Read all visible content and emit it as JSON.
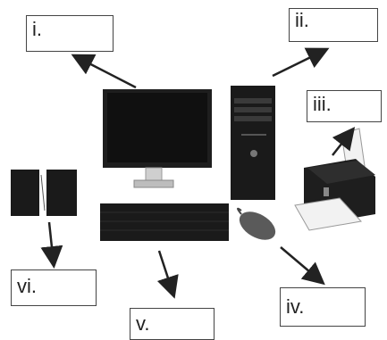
{
  "labels": {
    "i": "i.",
    "ii": "ii.",
    "iii": "iii.",
    "iv": "iv.",
    "v": "v.",
    "vi": "vi."
  },
  "icons": [
    "monitor-icon",
    "system-unit-icon",
    "printer-icon",
    "mouse-icon",
    "keyboard-icon",
    "speakers-icon"
  ],
  "colors": {
    "device": "#1e1e1e",
    "screen": "#101010",
    "arrow": "#222222",
    "paper": "#f2f2f2"
  }
}
